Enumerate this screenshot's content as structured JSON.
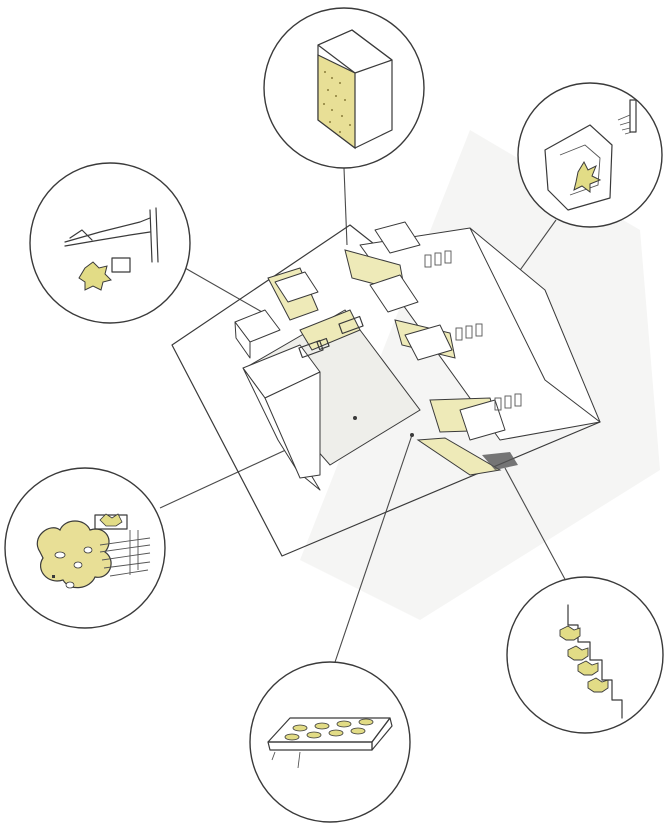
{
  "diagram": {
    "kind": "axonometric building diagram with detail callout circles",
    "colors": {
      "background": "#ffffff",
      "ink": "#3a3a3a",
      "accent_fill": "#eeeab8",
      "accent_strong": "#e2dc86",
      "ground_tint": "#f2f2ef"
    },
    "callouts": [
      {
        "id": "top",
        "depicts": "block-wall-texture"
      },
      {
        "id": "upper-right",
        "depicts": "wall-opening-planting"
      },
      {
        "id": "upper-left",
        "depicts": "figure-at-rail-with-shrub"
      },
      {
        "id": "left",
        "depicts": "tree-canopy-and-bench"
      },
      {
        "id": "bottom",
        "depicts": "perforated-paving-slab"
      },
      {
        "id": "right",
        "depicts": "stepped-wall-planting"
      }
    ]
  }
}
